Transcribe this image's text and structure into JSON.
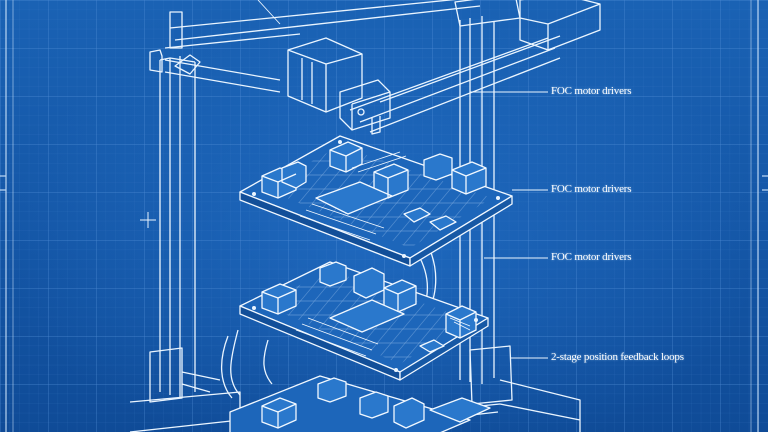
{
  "colors": {
    "background": "#1557a8",
    "line": "#e8f4ff",
    "grid": "#4a86cf"
  },
  "callouts": [
    {
      "id": "c1",
      "text": "FOC motor drivers"
    },
    {
      "id": "c2",
      "text": "FOC motor drivers"
    },
    {
      "id": "c3",
      "text": "FOC motor drivers"
    },
    {
      "id": "c4",
      "text": "2-stage position feedback loops"
    }
  ]
}
